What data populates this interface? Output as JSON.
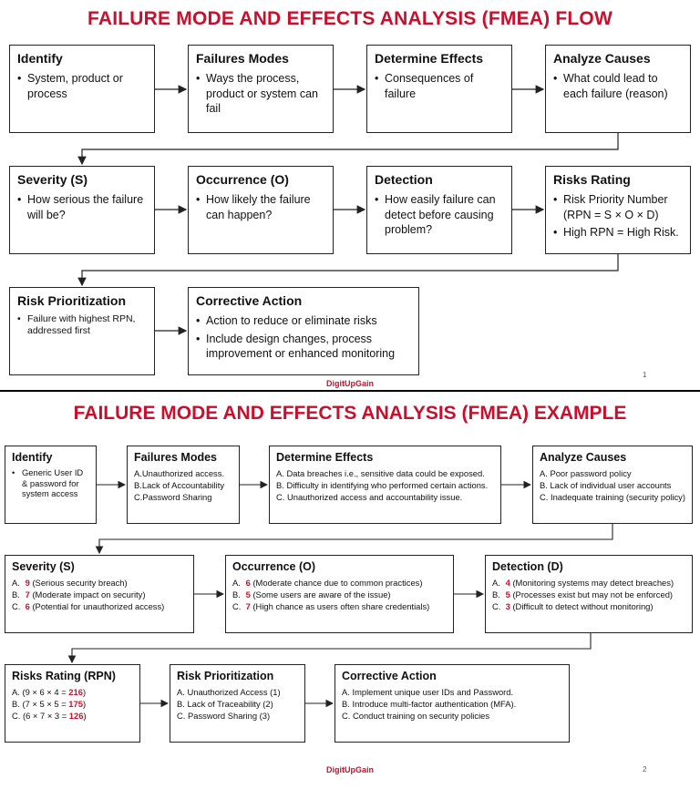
{
  "slide1": {
    "title": "FAILURE MODE AND EFFECTS ANALYSIS (FMEA) FLOW",
    "boxes": {
      "identify": {
        "title": "Identify",
        "items": [
          "System, product or process"
        ]
      },
      "failure_modes": {
        "title": "Failures Modes",
        "items": [
          "Ways the process, product or system can fail"
        ]
      },
      "determine_effects": {
        "title": "Determine Effects",
        "items": [
          "Consequences of failure"
        ]
      },
      "analyze_causes": {
        "title": "Analyze Causes",
        "items": [
          "What could lead to each failure (reason)"
        ]
      },
      "severity": {
        "title": "Severity (S)",
        "items": [
          "How serious the failure will be?"
        ]
      },
      "occurrence": {
        "title": "Occurrence (O)",
        "items": [
          "How likely the failure can happen?"
        ]
      },
      "detection": {
        "title": "Detection",
        "items": [
          "How easily failure can detect before causing problem?"
        ]
      },
      "risks_rating": {
        "title": "Risks Rating",
        "items": [
          "Risk Priority Number (RPN = S × O × D)",
          "High RPN = High Risk."
        ]
      },
      "risk_prioritization": {
        "title": "Risk Prioritization",
        "items": [
          "Failure with highest RPN, addressed first"
        ]
      },
      "corrective_action": {
        "title": "Corrective Action",
        "items": [
          "Action to reduce or eliminate risks",
          "Include design changes, process improvement or enhanced monitoring"
        ]
      }
    },
    "footer": "DigitUpGain",
    "page_number": "1"
  },
  "slide2": {
    "title": "FAILURE MODE AND EFFECTS ANALYSIS (FMEA) EXAMPLE",
    "boxes": {
      "identify": {
        "title": "Identify",
        "items": [
          "Generic User ID & password for system access"
        ]
      },
      "failure_modes": {
        "title": "Failures Modes",
        "lines": [
          "A.Unauthorized access.",
          "B.Lack of Accountability",
          "C.Password Sharing"
        ]
      },
      "determine_effects": {
        "title": "Determine Effects",
        "lines": [
          "A. Data breaches i.e., sensitive data could be exposed.",
          "B. Difficulty in identifying who performed certain actions.",
          "C. Unauthorized access and accountability issue."
        ]
      },
      "analyze_causes": {
        "title": "Analyze Causes",
        "lines": [
          "A. Poor password policy",
          "B. Lack of individual user accounts",
          "C. Inadequate training (security policy)"
        ]
      },
      "severity": {
        "title": "Severity (S)",
        "rows": [
          {
            "letter": "A.",
            "score": "9",
            "text": "(Serious security breach)"
          },
          {
            "letter": "B.",
            "score": "7",
            "text": "(Moderate impact on security)"
          },
          {
            "letter": "C.",
            "score": "6",
            "text": "(Potential for unauthorized access)"
          }
        ]
      },
      "occurrence": {
        "title": "Occurrence (O)",
        "rows": [
          {
            "letter": "A.",
            "score": "6",
            "text": "(Moderate chance due to common practices)"
          },
          {
            "letter": "B.",
            "score": "5",
            "text": "(Some users are aware of the issue)"
          },
          {
            "letter": "C.",
            "score": "7",
            "text": "(High chance as users often share credentials)"
          }
        ]
      },
      "detection": {
        "title": "Detection (D)",
        "rows": [
          {
            "letter": "A.",
            "score": "4",
            "text": "(Monitoring systems may detect breaches)"
          },
          {
            "letter": "B.",
            "score": "5",
            "text": "(Processes exist but may not be enforced)"
          },
          {
            "letter": "C.",
            "score": "3",
            "text": "(Difficult to detect without monitoring)"
          }
        ]
      },
      "risks_rating": {
        "title": "Risks Rating (RPN)",
        "rows": [
          {
            "expr": "A. (9 × 6 × 4 = ",
            "value": "216",
            "close": ")"
          },
          {
            "expr": "B. (7 × 5 × 5 = ",
            "value": "175",
            "close": ")"
          },
          {
            "expr": "C. (6 × 7 × 3 = ",
            "value": "126",
            "close": ")"
          }
        ]
      },
      "risk_prioritization": {
        "title": "Risk Prioritization",
        "lines": [
          "A. Unauthorized Access (1)",
          "B. Lack of Traceability (2)",
          "C. Password Sharing (3)"
        ]
      },
      "corrective_action": {
        "title": "Corrective Action",
        "lines": [
          "A.   Implement unique user IDs and Password.",
          "B.   Introduce multi-factor authentication (MFA).",
          "C.   Conduct training on security policies"
        ]
      }
    },
    "footer": "DigitUpGain",
    "page_number": "2"
  }
}
